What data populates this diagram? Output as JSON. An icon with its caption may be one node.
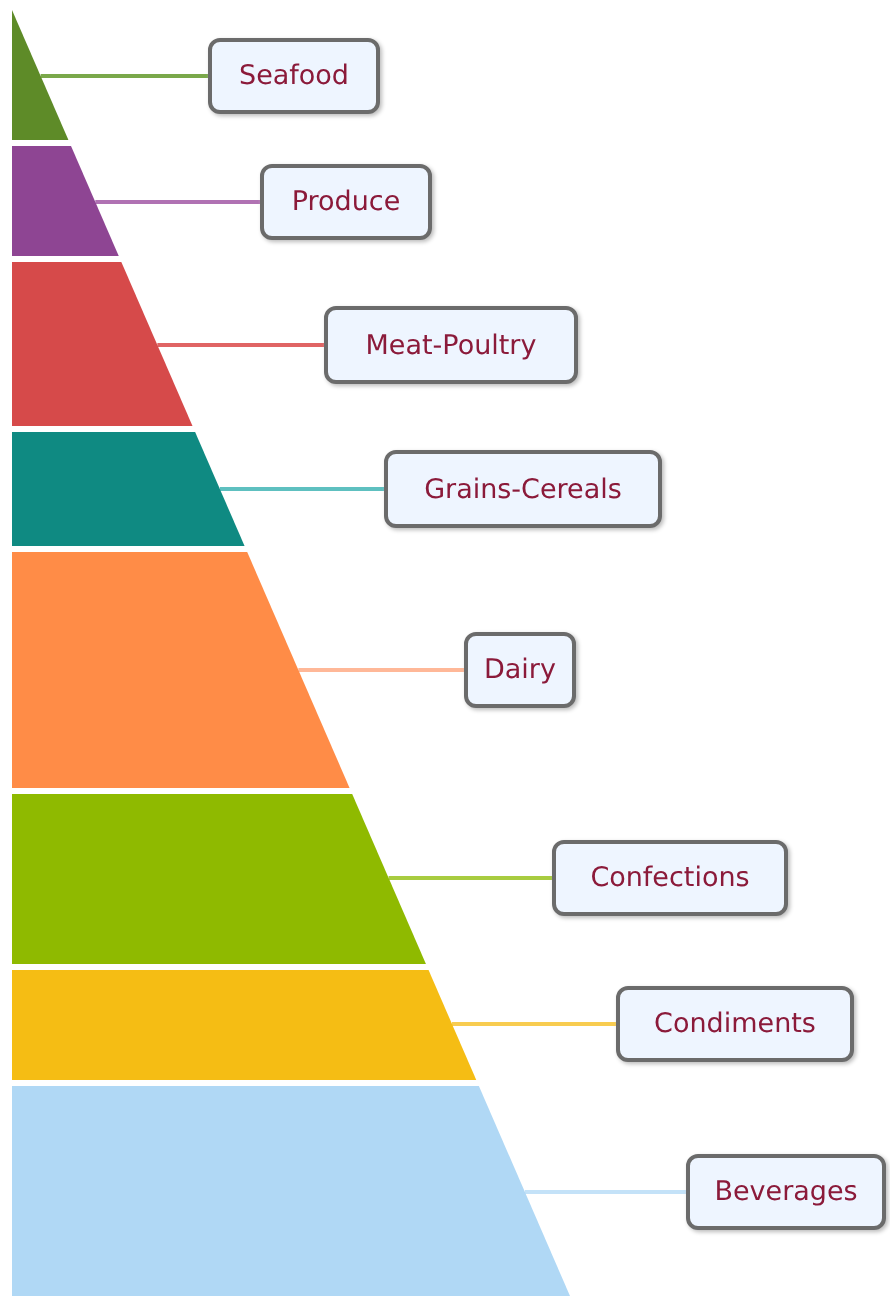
{
  "diagram": {
    "nodes": [
      {
        "text": [],
        "shape": "bar"
      },
      {
        "text": [],
        "shape": "bar"
      },
      {
        "text": [],
        "shape": "bar"
      },
      {
        "text": [],
        "shape": "bar"
      },
      {
        "text": [],
        "shape": "bar"
      },
      {
        "text": [],
        "shape": "bar"
      },
      {
        "text": [],
        "shape": "bar"
      },
      {
        "text": [],
        "shape": "bar"
      },
      {
        "text": [
          "Seafood"
        ]
      },
      {
        "text": [
          "Produce"
        ]
      },
      {
        "text": [
          "Meat-Poultry"
        ]
      },
      {
        "text": [
          "Grains-Cereals"
        ]
      },
      {
        "text": [
          "Dairy"
        ]
      },
      {
        "text": [
          "Confections"
        ]
      },
      {
        "text": [
          "Condiments"
        ]
      },
      {
        "text": [
          "Beverages"
        ]
      }
    ],
    "edges": [
      {
        "from": 8,
        "to": 0,
        "arrow": "none",
        "color": "#7aa84a"
      },
      {
        "from": 9,
        "to": 1,
        "arrow": "none",
        "color": "#b072b3"
      },
      {
        "from": 10,
        "to": 2,
        "arrow": "none",
        "color": "#e06464"
      },
      {
        "from": 11,
        "to": 3,
        "arrow": "none",
        "color": "#5ec0c0"
      },
      {
        "from": 12,
        "to": 4,
        "arrow": "none",
        "color": "#ffb898"
      },
      {
        "from": 13,
        "to": 5,
        "arrow": "none",
        "color": "#a8cc40"
      },
      {
        "from": 14,
        "to": 6,
        "arrow": "none",
        "color": "#f8cc50"
      },
      {
        "from": 15,
        "to": 7,
        "arrow": "none",
        "color": "#c4e2f8"
      }
    ]
  }
}
